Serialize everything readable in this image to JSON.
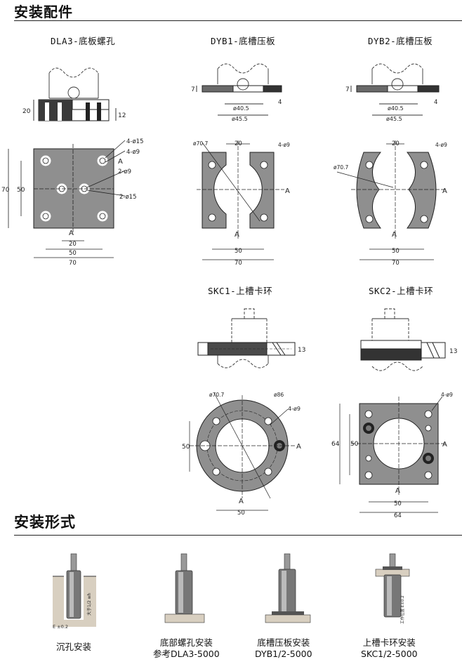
{
  "sections": {
    "accessories_title": "安装配件",
    "install_forms_title": "安装形式"
  },
  "parts": {
    "dla3": "DLA3-底板螺孔",
    "dyb1": "DYB1-底槽压板",
    "dyb2": "DYB2-底槽压板",
    "skc1": "SKC1-上槽卡环",
    "skc2": "SKC2-上槽卡环"
  },
  "dims": {
    "d15": "4-ø15",
    "d9": "4-ø9",
    "d9b": "2-ø9",
    "d15b": "2-ø15",
    "n70": "70",
    "n50": "50",
    "n20": "20",
    "n12": "12",
    "n7": "7",
    "n4": "4",
    "n13": "13",
    "n64": "64",
    "d405": "ø40.5",
    "d455": "ø45.5",
    "d707": "ø70.7",
    "d86": "ø86",
    "sectionA": "A"
  },
  "installs": {
    "sink_hole": "沉孔安装",
    "base_thread": "底部螺孔安装",
    "base_thread_ref": "参考DLA3-5000",
    "base_slot": "底槽压板安装",
    "base_slot_ref": "DYB1/2-5000",
    "top_slot": "上槽卡环安装",
    "top_slot_ref": "SKC1/2-5000",
    "note_sink": "大于1/2 wh",
    "note_e": "E ±0.2",
    "note_work": "工作位置 E±0.2"
  }
}
